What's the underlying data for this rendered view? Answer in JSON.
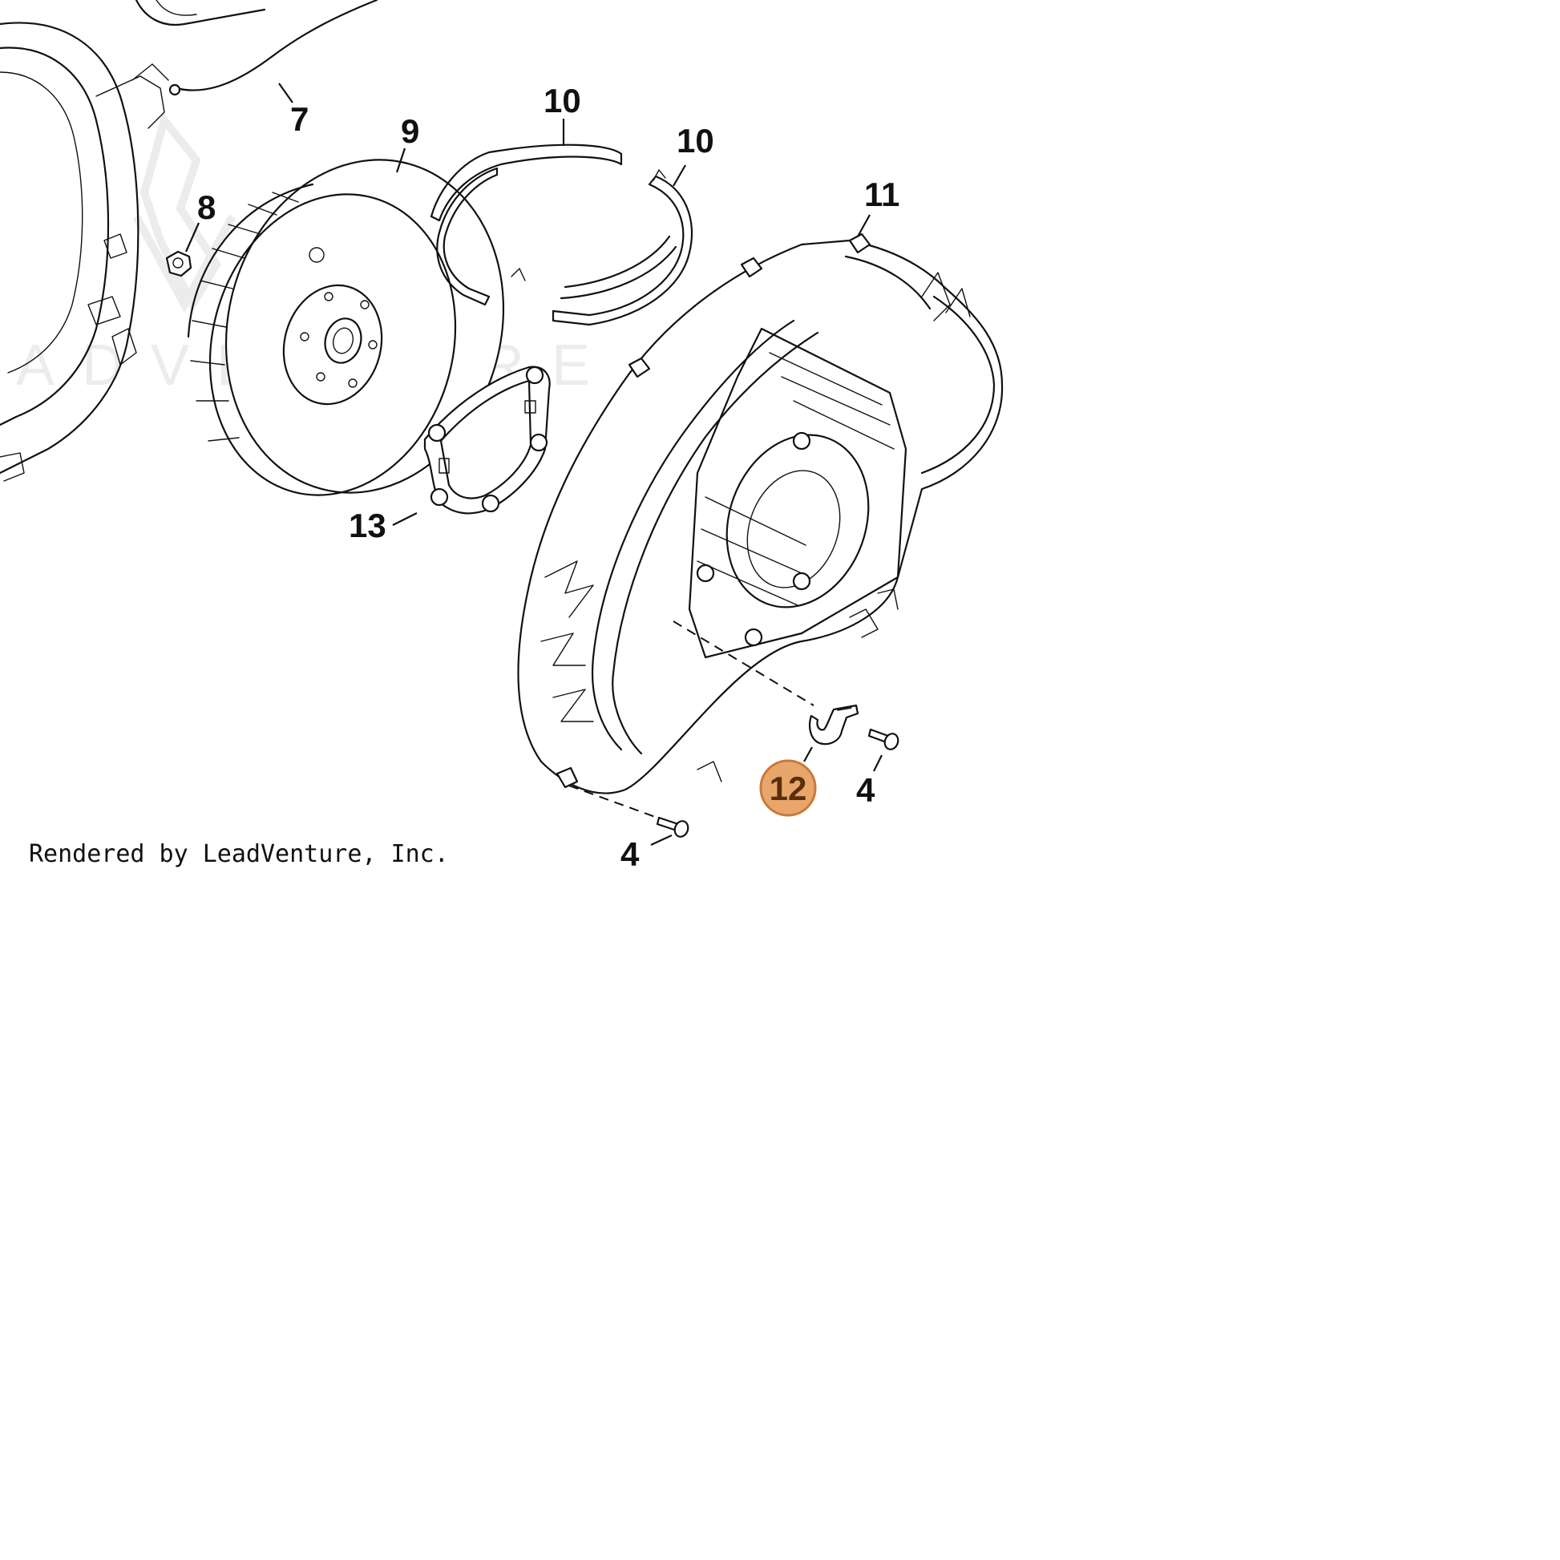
{
  "diagram": {
    "watermark": "ADVENTURE",
    "credit": "Rendered by LeadVenture, Inc.",
    "highlight_color": "#e8a66b",
    "highlight_border": "#c87a3a",
    "callouts": [
      {
        "id": "c7",
        "label": "7",
        "highlighted": false
      },
      {
        "id": "c8",
        "label": "8",
        "highlighted": false
      },
      {
        "id": "c9",
        "label": "9",
        "highlighted": false
      },
      {
        "id": "c10a",
        "label": "10",
        "highlighted": false
      },
      {
        "id": "c10b",
        "label": "10",
        "highlighted": false
      },
      {
        "id": "c11",
        "label": "11",
        "highlighted": false
      },
      {
        "id": "c12",
        "label": "12",
        "highlighted": true
      },
      {
        "id": "c13",
        "label": "13",
        "highlighted": false
      },
      {
        "id": "c4a",
        "label": "4",
        "highlighted": false
      },
      {
        "id": "c4b",
        "label": "4",
        "highlighted": false
      }
    ]
  }
}
